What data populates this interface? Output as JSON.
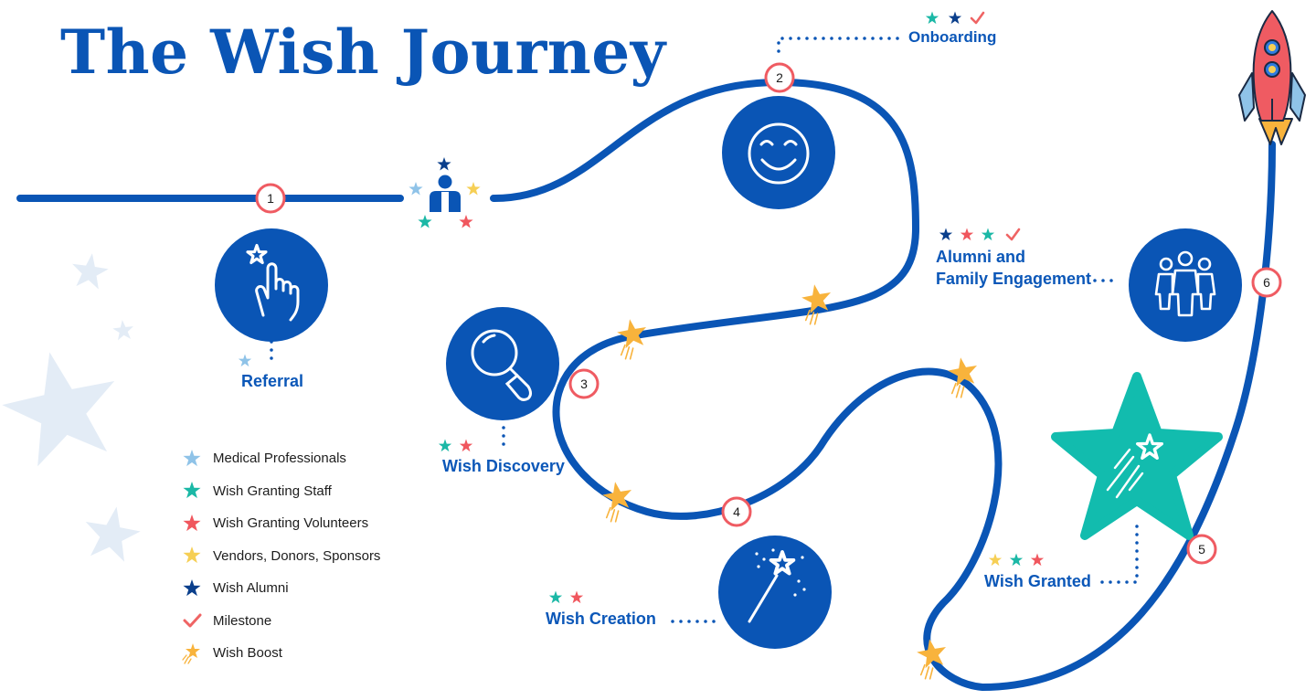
{
  "title": "The Wish Journey",
  "colors": {
    "primary": "#0a55b5",
    "medical_professionals": "#8fc3e8",
    "wish_granting_staff": "#1bb8a6",
    "wish_granting_volunteers": "#f0575e",
    "vendors_donors_sponsors": "#f6cf55",
    "wish_alumni": "#0a3f8c",
    "milestone": "#ef6464",
    "wish_boost": "#f8b33c",
    "granted_star": "#12bcae",
    "faint_star": "#e3ecf6"
  },
  "stages": [
    {
      "number": "1",
      "label": "Referral",
      "icon": "pointing-hand-star-icon"
    },
    {
      "number": "2",
      "label": "Onboarding",
      "icon": "smiley-face-icon"
    },
    {
      "number": "3",
      "label": "Wish Discovery",
      "icon": "magnifying-glass-icon"
    },
    {
      "number": "4",
      "label": "Wish Creation",
      "icon": "magic-wand-icon"
    },
    {
      "number": "5",
      "label": "Wish Granted",
      "icon": "shooting-star-icon"
    },
    {
      "number": "6",
      "label_line1": "Alumni and",
      "label_line2": "Family Engagement",
      "icon": "family-group-icon"
    }
  ],
  "legend": [
    {
      "label": "Medical Professionals",
      "icon": "light-blue-star-icon"
    },
    {
      "label": "Wish Granting Staff",
      "icon": "teal-star-icon"
    },
    {
      "label": "Wish Granting Volunteers",
      "icon": "red-star-icon"
    },
    {
      "label": "Vendors, Donors, Sponsors",
      "icon": "yellow-star-icon"
    },
    {
      "label": "Wish Alumni",
      "icon": "navy-star-icon"
    },
    {
      "label": "Milestone",
      "icon": "checkmark-icon"
    },
    {
      "label": "Wish Boost",
      "icon": "shooting-star-boost-icon"
    }
  ]
}
